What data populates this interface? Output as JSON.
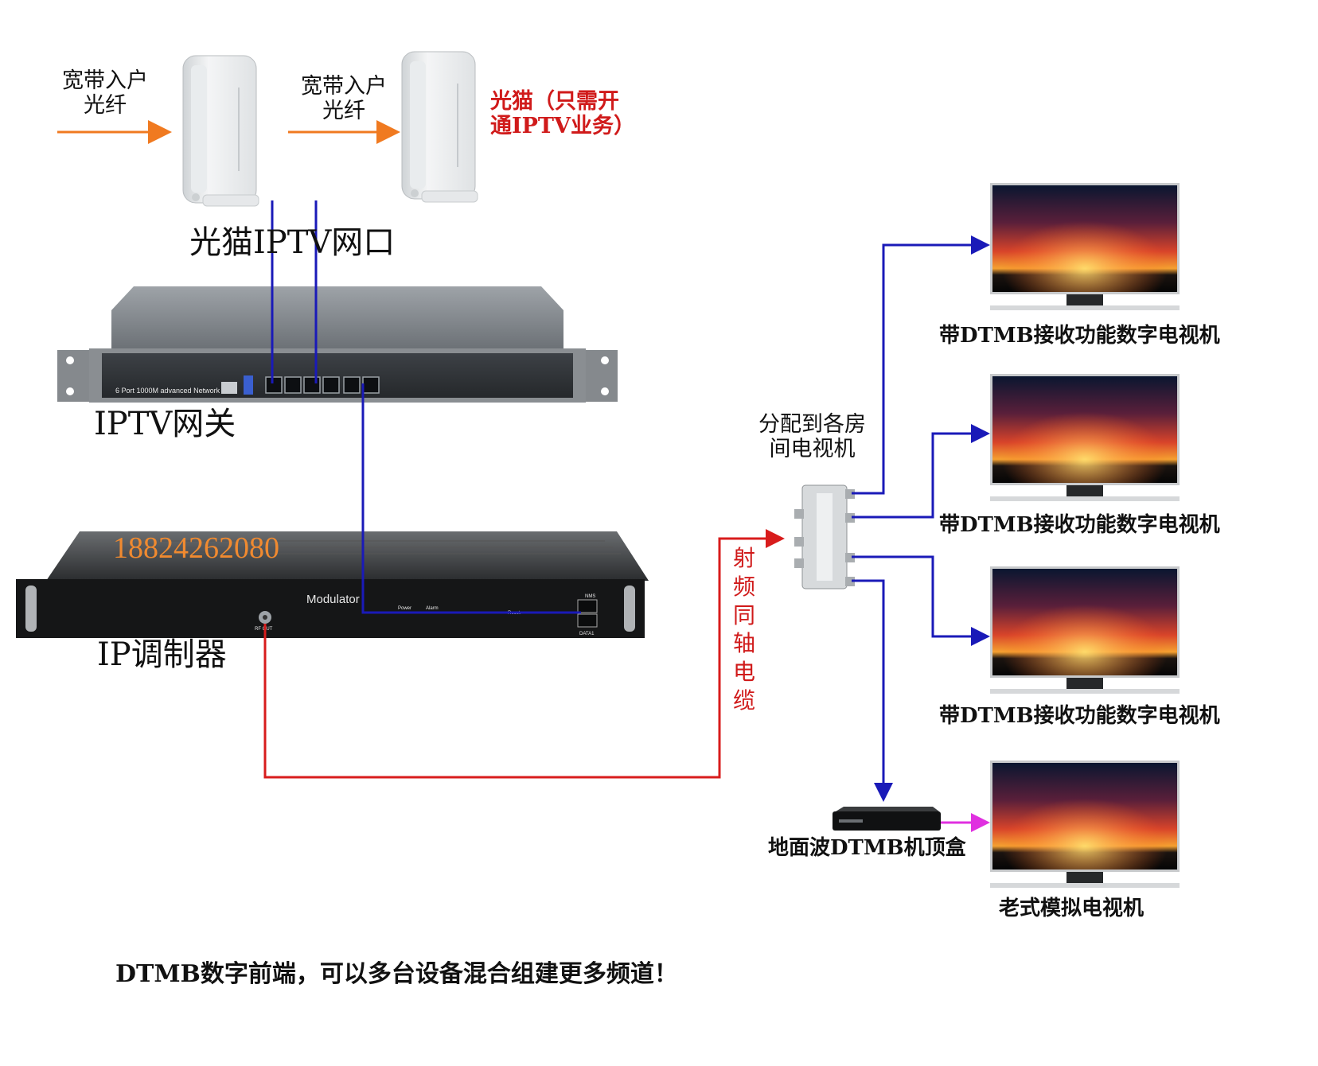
{
  "modems": {
    "input_label_1": "宽带入户\n光纤",
    "input_label_2": "宽带入户\n光纤",
    "note": "光猫（只需开\n通IPTV业务）",
    "port_label": "光猫IPTV网口"
  },
  "gateway": {
    "label": "IPTV网关",
    "front_text": "6 Port 1000M advanced Network"
  },
  "modulator": {
    "label": "IP调制器",
    "brand": "Modulator",
    "phone": "18824262080",
    "led_power": "Power",
    "led_alarm": "Alarm",
    "reset": "Reset",
    "rf_out": "RF OUT",
    "nms": "NMS",
    "data": "DATA1"
  },
  "cable_label": "射频同轴电缆",
  "splitter_label": "分配到各房\n间电视机",
  "tvs": [
    {
      "label": "带DTMB接收功能数字电视机"
    },
    {
      "label": "带DTMB接收功能数字电视机"
    },
    {
      "label": "带DTMB接收功能数字电视机"
    },
    {
      "label": "老式模拟电视机"
    }
  ],
  "stb_label": "地面波DTMB机顶盒",
  "footer": "DTMB数字前端，可以多台设备混合组建更多频道！",
  "colors": {
    "arrow_orange": "#f07a20",
    "network_blue": "#1a1ab8",
    "coax_red": "#d81c1c",
    "av_magenta": "#e030e0",
    "phone_orange": "#f08a30"
  }
}
